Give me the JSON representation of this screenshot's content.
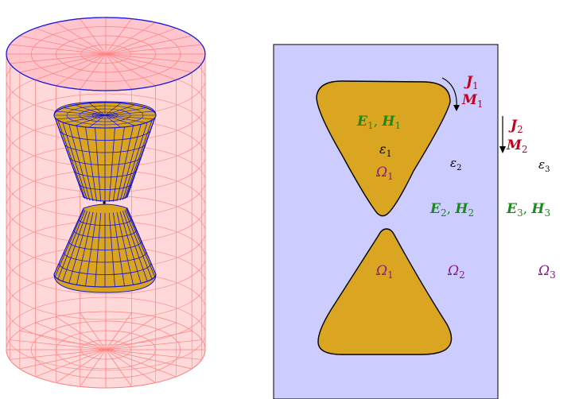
{
  "labels": {
    "field1": {
      "J": "J",
      "J_sub": "1",
      "M": "M",
      "M_sub": "1"
    },
    "field2": {
      "J": "J",
      "J_sub": "2",
      "M": "M",
      "M_sub": "2"
    },
    "E1H1": {
      "E": "E",
      "E_sub": "1",
      "sep": ", ",
      "H": "H",
      "H_sub": "1"
    },
    "E2H2": {
      "E": "E",
      "E_sub": "2",
      "sep": ", ",
      "H": "H",
      "H_sub": "2"
    },
    "E3H3": {
      "E": "E",
      "E_sub": "3",
      "sep": ", ",
      "H": "H",
      "H_sub": "3"
    },
    "eps1": {
      "sym": "ε",
      "sub": "1"
    },
    "eps2": {
      "sym": "ε",
      "sub": "2"
    },
    "eps3": {
      "sym": "ε",
      "sub": "3"
    },
    "omega1_top": {
      "sym": "Ω",
      "sub": "1"
    },
    "omega1_bottom": {
      "sym": "Ω",
      "sub": "1"
    },
    "omega2": {
      "sym": "Ω",
      "sub": "2"
    },
    "omega3": {
      "sym": "Ω",
      "sub": "3"
    }
  },
  "colors": {
    "red": "#c0001e",
    "green": "#1a8a1a",
    "purple": "#8b1a8b",
    "black": "#000000",
    "gold": "#daa520",
    "lavender": "#ccccff",
    "pink": "#ffc8c8",
    "grid_pink": "#ff8080",
    "blue": "#1010e0"
  }
}
